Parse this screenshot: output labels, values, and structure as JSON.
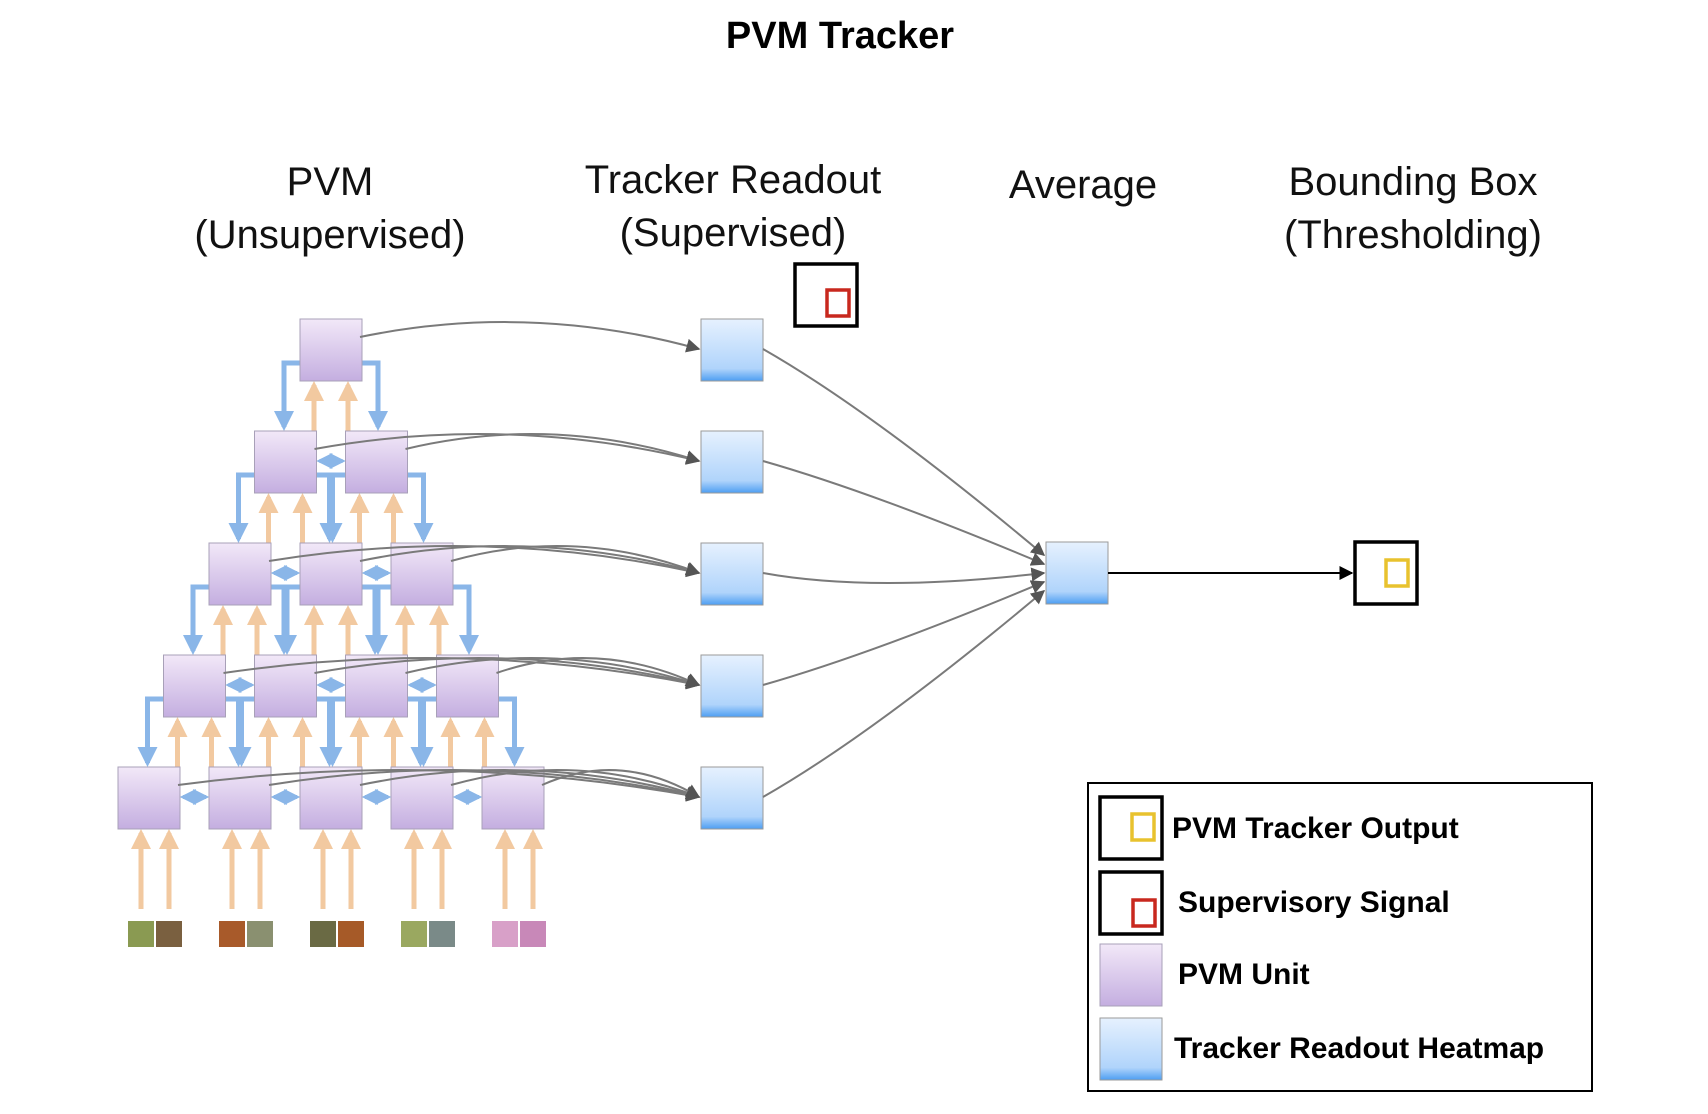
{
  "title": "PVM Tracker",
  "headers": {
    "pvm_line1": "PVM",
    "pvm_line2": "(Unsupervised)",
    "readout_line1": "Tracker Readout",
    "readout_line2": "(Supervised)",
    "average": "Average",
    "bbox_line1": "Bounding Box",
    "bbox_line2": "(Thresholding)"
  },
  "legend": {
    "tracker_output": "PVM Tracker Output",
    "supervisory_signal": "Supervisory Signal",
    "pvm_unit": "PVM Unit",
    "readout_heatmap": "Tracker Readout Heatmap"
  },
  "colors": {
    "pvm_unit_top": "#f2e8f8",
    "pvm_unit_bottom": "#c4aee0",
    "readout_top": "#e6f1fe",
    "readout_bottom": "#4d9ef2",
    "feedback_arrow": "#8ab6e8",
    "input_arrow": "#f2c9a0",
    "connection": "#7a7a7a",
    "output_box": "#e8c22e",
    "supervisory_box": "#c8281e"
  },
  "structure": {
    "pyramid_levels": [
      1,
      2,
      3,
      4,
      5
    ],
    "readout_units": 5,
    "input_patches": 10
  },
  "patch_colors": [
    "#8a9a52",
    "#7a6040",
    "#a85a2a",
    "#8a9070",
    "#6a6a44",
    "#a65a28",
    "#9aa860",
    "#7a8a88",
    "#d8a0c8",
    "#c888b8"
  ]
}
